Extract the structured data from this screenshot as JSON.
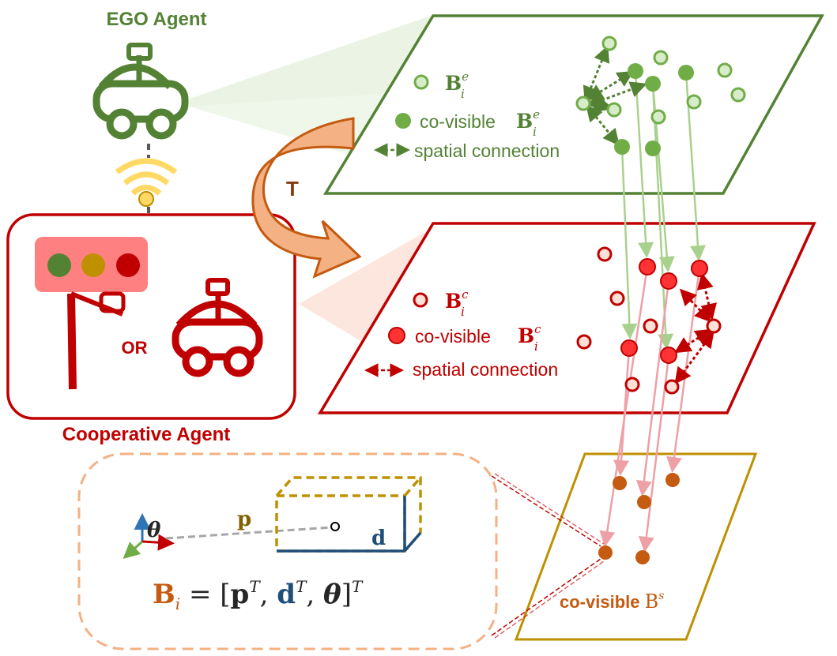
{
  "title_ego": "EGO Agent",
  "title_coop": "Cooperative Agent",
  "or_label": "OR",
  "transform_label": "T",
  "colors": {
    "ego": "#548235",
    "ego_light": "#a9d18e",
    "coop": "#c00000",
    "coop_light": "#f4b6b6",
    "shared": "#c55a11",
    "shared_frame": "#bf9000",
    "arrow_fill": "#f4b183",
    "arrow_edge": "#c55a11",
    "dim_blue": "#1f4e79",
    "dashed_box": "#f4b183"
  },
  "ego_plane": {
    "legend": {
      "hollow_symbol": "B",
      "hollow_sup": "e",
      "hollow_sub": "i",
      "filled_prefix": "co-visible ",
      "filled_symbol": "B",
      "filled_sup": "e",
      "filled_sub": "i",
      "connection": "spatial connection"
    }
  },
  "coop_plane": {
    "legend": {
      "hollow_symbol": "B",
      "hollow_sup": "c",
      "hollow_sub": "i",
      "filled_prefix": "co-visible ",
      "filled_symbol": "B",
      "filled_sup": "c",
      "filled_sub": "i",
      "connection": "spatial connection"
    }
  },
  "shared_plane": {
    "label_prefix": "co-visible ",
    "label_symbol": "B",
    "label_sup": "s"
  },
  "box_detail": {
    "theta": "θ",
    "p": "p",
    "d": "d",
    "formula": {
      "lhs": "B",
      "sub": "i",
      "eq": " = [",
      "p": "p",
      "sup1": "T",
      "comma1": ", ",
      "d": "d",
      "sup2": "T",
      "comma2": ", ",
      "theta": "θ",
      "close": "]",
      "sup3": "T"
    }
  }
}
